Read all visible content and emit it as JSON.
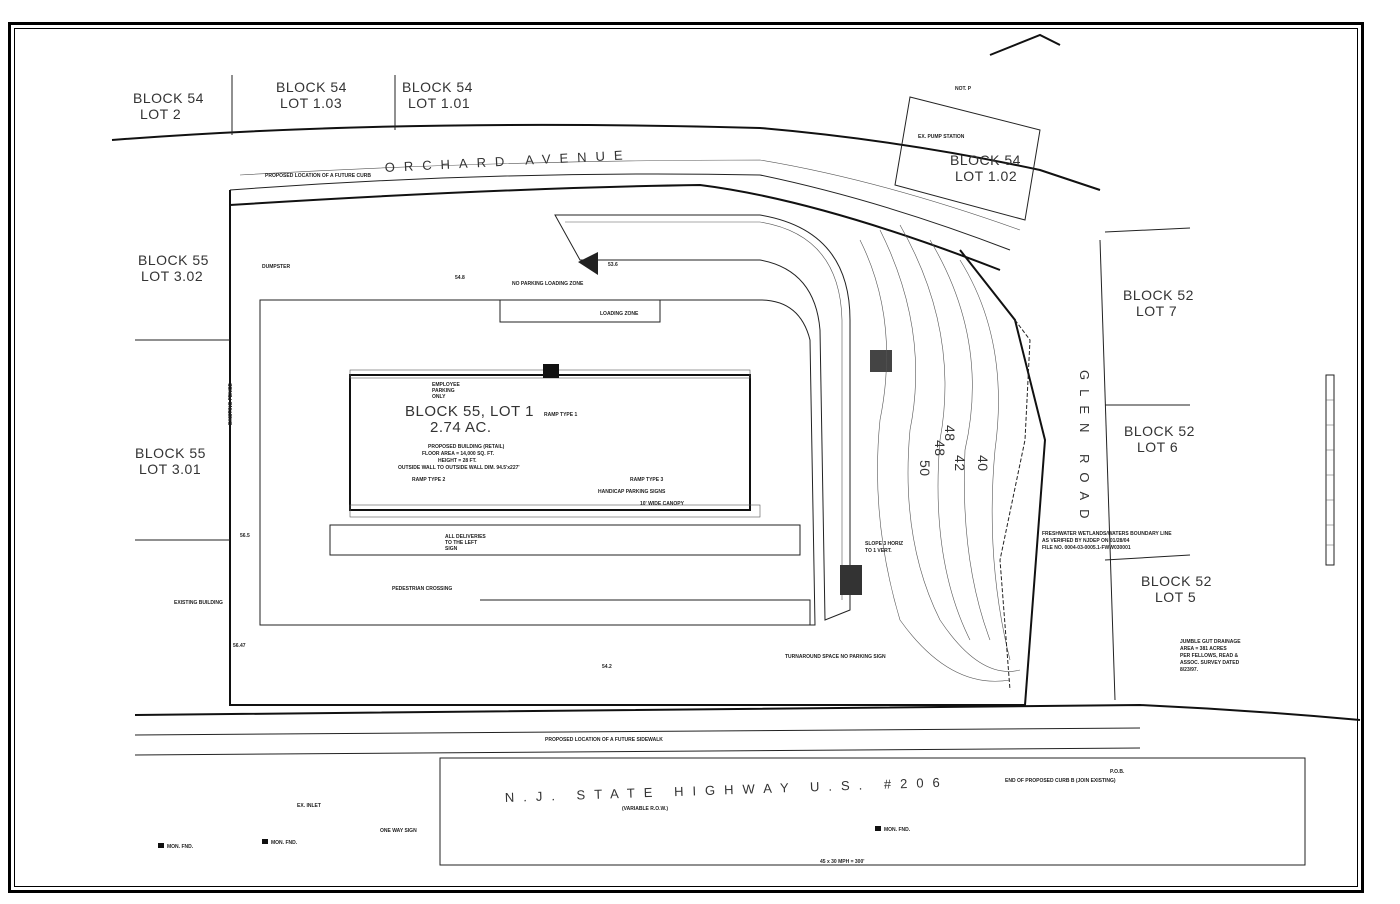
{
  "lots": {
    "b54_lot2": [
      "BLOCK 54",
      "LOT 2"
    ],
    "b54_lot103": [
      "BLOCK 54",
      "LOT 1.03"
    ],
    "b54_lot101": [
      "BLOCK 54",
      "LOT 1.01"
    ],
    "b54_lot102": [
      "BLOCK 54",
      "LOT 1.02"
    ],
    "b55_lot302": [
      "BLOCK 55",
      "LOT 3.02"
    ],
    "b55_lot301": [
      "BLOCK 55",
      "LOT 3.01"
    ],
    "b52_lot7": [
      "BLOCK 52",
      "LOT 7"
    ],
    "b52_lot6": [
      "BLOCK 52",
      "LOT 6"
    ],
    "b52_lot5": [
      "BLOCK 52",
      "LOT 5"
    ],
    "b55_lot1": [
      "BLOCK 55, LOT 1",
      "2.74 AC."
    ]
  },
  "roads": {
    "orchard": "ORCHARD AVENUE",
    "glen": "GLEN ROAD",
    "highway": "N.J. STATE HIGHWAY U.S. #206",
    "highway_sub": "(VARIABLE R.O.W.)"
  },
  "building": {
    "line1": "PROPOSED BUILDING (RETAIL)",
    "line2": "FLOOR AREA = 14,000 SQ. FT.",
    "line3": "HEIGHT = 28 FT.",
    "line4": "OUTSIDE WALL TO OUTSIDE WALL DIM. 94.5'x227'"
  },
  "notes": {
    "pump_station": "EX. PUMP STATION",
    "wetlands": [
      "FRESHWATER WETLANDS/WATERS BOUNDARY LINE",
      "AS VERIFIED BY NJDEP ON 01/28/04",
      "FILE NO. 0004-03-0005.1-FWW030001"
    ],
    "drainage": [
      "JUMBLE GUT DRAINAGE",
      "AREA = 381 ACRES",
      "PER FELLOWS, READ &",
      "ASSOC. SURVEY DATED",
      "8/23/97."
    ],
    "slope": [
      "SLOPE 3 HORIZ",
      "TO 1 VERT."
    ],
    "loading": "LOADING ZONE",
    "no_parking": "NO PARKING LOADING ZONE",
    "employee_parking": [
      "EMPLOYEE",
      "PARKING",
      "ONLY"
    ],
    "ramp1": "RAMP TYPE 1",
    "ramp2": "RAMP TYPE 2",
    "ramp3": "RAMP TYPE 3",
    "handicap_signs": "HANDICAP PARKING SIGNS",
    "canopy": "10' WIDE CANOPY",
    "deliveries": [
      "ALL DELIVERIES",
      "TO THE LEFT",
      "SIGN"
    ],
    "pedestrian": "PEDESTRIAN CROSSING",
    "future_sidewalk": "PROPOSED LOCATION OF A FUTURE SIDEWALK",
    "future_curb": "PROPOSED LOCATION OF A FUTURE CURB",
    "one_way": "ONE WAY SIGN",
    "ex_inlet": "EX. INLET",
    "end_curb": "END OF PROPOSED CURB B (JOIN EXISTING)",
    "existing_building": "EXISTING BUILDING",
    "existing_fence": "EXISTING FENCE",
    "dumpster": "DUMPSTER",
    "pob": "P.O.B.",
    "sight": "45 x 30 MPH = 300'",
    "turnaround": "TURNAROUND SPACE NO PARKING SIGN",
    "north": "NOT. P"
  },
  "monuments": [
    "MON. FND.",
    "MON. FND.",
    "MON. FND."
  ],
  "contours": [
    "50",
    "48",
    "48",
    "42",
    "40"
  ],
  "dims": [
    "54.8",
    "53.6",
    "56.5",
    "54.2",
    "56.47"
  ]
}
